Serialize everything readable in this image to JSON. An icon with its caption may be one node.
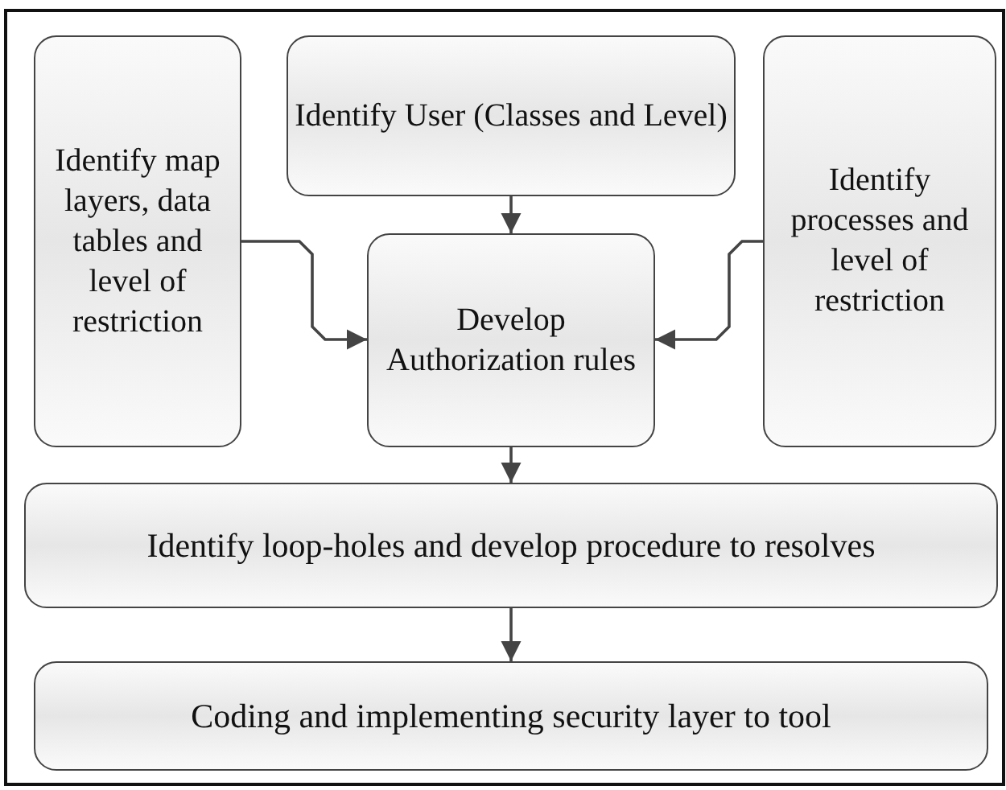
{
  "diagram": {
    "nodes": [
      {
        "text": [
          "Identify map layers, data tables and level of restriction"
        ]
      },
      {
        "text": [
          "Identify User (Classes and Level)"
        ]
      },
      {
        "text": [
          "Identify processes and level of restriction"
        ]
      },
      {
        "text": [
          "Develop Authorization rules"
        ]
      },
      {
        "text": [
          "Identify loop-holes and develop procedure to resolves"
        ]
      },
      {
        "text": [
          "Coding and implementing security layer to tool"
        ]
      }
    ],
    "edges": [
      {
        "from": 1,
        "to": 3,
        "arrow": "to"
      },
      {
        "from": 0,
        "to": 3,
        "arrow": "to"
      },
      {
        "from": 2,
        "to": 3,
        "arrow": "to"
      },
      {
        "from": 3,
        "to": 4,
        "arrow": "to"
      },
      {
        "from": 4,
        "to": 5,
        "arrow": "to"
      }
    ]
  }
}
